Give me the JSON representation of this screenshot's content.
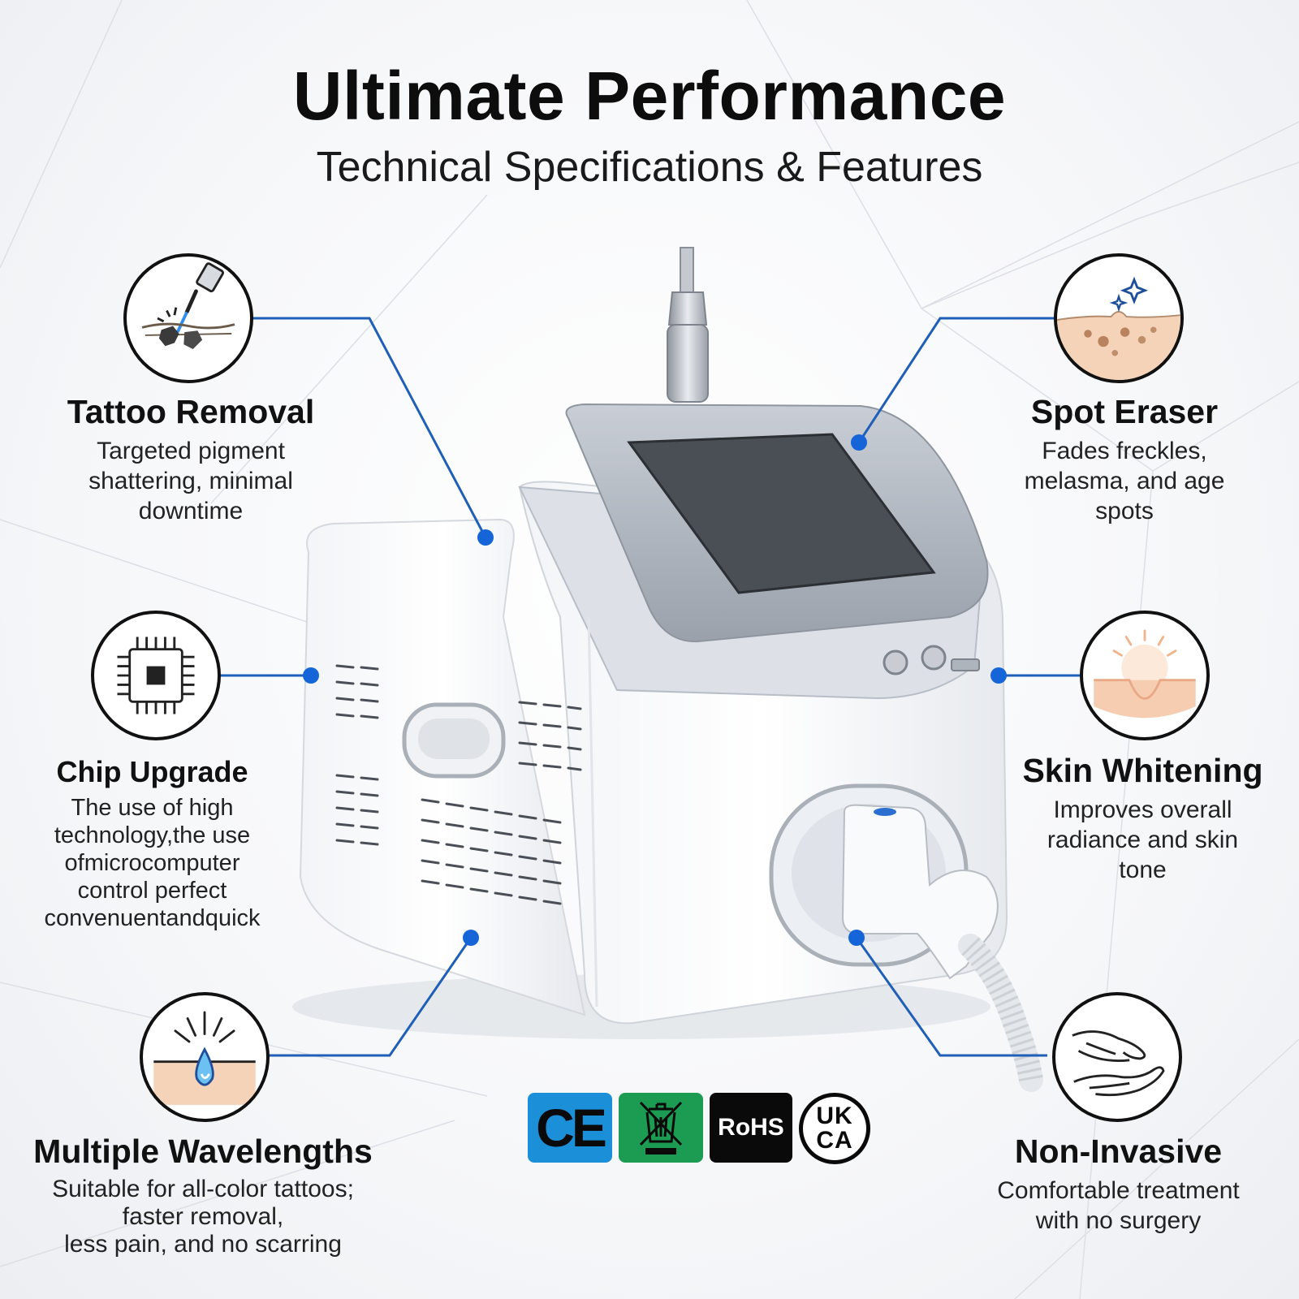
{
  "header": {
    "title": "Ultimate Performance",
    "subtitle": "Technical Specifications & Features"
  },
  "features": [
    {
      "id": "tattoo-removal",
      "icon": "laser-tattoo-icon",
      "title": "Tattoo Removal",
      "description": "Targeted pigment\nshattering, minimal\ndowntime"
    },
    {
      "id": "spot-eraser",
      "icon": "skin-spots-icon",
      "title": "Spot Eraser",
      "description": "Fades freckles,\nmelasma, and age\nspots"
    },
    {
      "id": "chip-upgrade",
      "icon": "microchip-icon",
      "title": "Chip Upgrade",
      "description": "The use of high\ntechnology,the use\nofmicrocomputer\ncontrol perfect\nconvenuentandquick"
    },
    {
      "id": "skin-whitening",
      "icon": "skin-glow-icon",
      "title": "Skin Whitening",
      "description": "Improves overall\nradiance and skin\ntone"
    },
    {
      "id": "multiple-wavelengths",
      "icon": "hair-follicle-icon",
      "title": "Multiple Wavelengths",
      "description": "Suitable for all-color tattoos;\nfaster removal,\nless pain, and no scarring"
    },
    {
      "id": "non-invasive",
      "icon": "hands-icon",
      "title": "Non-Invasive",
      "description": "Comfortable treatment\nwith no surgery"
    }
  ],
  "certifications": {
    "ce": "CE",
    "weee": "weee-bin-icon",
    "rohs": "RoHS",
    "ukca_top": "UK",
    "ukca_bottom": "CA"
  },
  "colors": {
    "connector": "#1f5fb8",
    "dot": "#1565d8",
    "ce_bg": "#1b8fd8",
    "weee_bg": "#1c9c52",
    "rohs_bg": "#0a0a0a",
    "skin": "#f5d3b8"
  }
}
